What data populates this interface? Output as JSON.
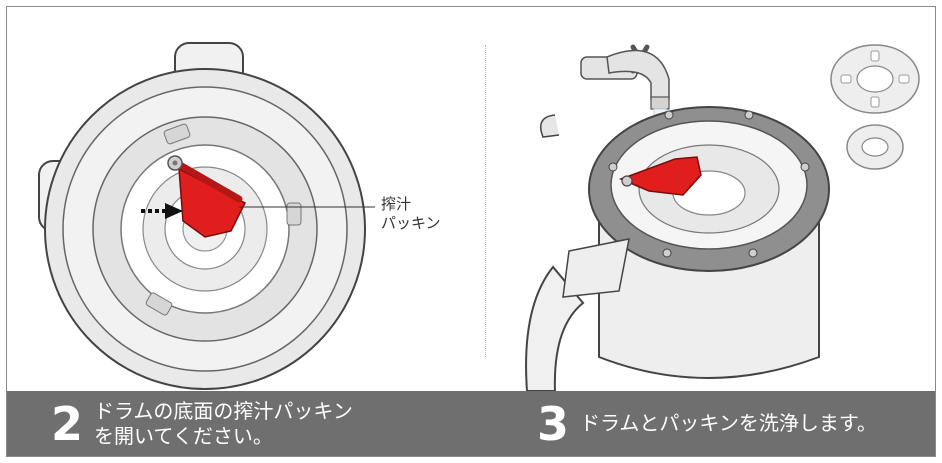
{
  "callout": {
    "line1": "搾汁",
    "line2": "パッキン"
  },
  "steps": [
    {
      "number": "2",
      "line1": "ドラムの底面の搾汁パッキン",
      "line2": "を開いてください。"
    },
    {
      "number": "3",
      "line1": "ドラムとパッキンを洗浄します。"
    }
  ],
  "colors": {
    "caption_bg": "#6f6f6f",
    "packing_red": "#e01e1e",
    "body_grey": "#e6e6e6",
    "rim_grey": "#8f8f8f"
  }
}
